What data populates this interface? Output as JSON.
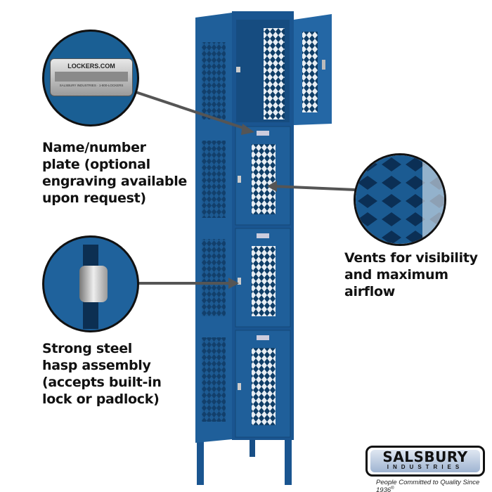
{
  "callouts": {
    "nameplate": "Name/number\nplate (optional\nengraving available\nupon request)",
    "vents": "Vents for visibility\nand maximum airflow",
    "hasp": "Strong steel\nhasp assembly\n(accepts built-in\nlock or padlock)"
  },
  "nameplate_detail": {
    "top_text": "LOCKERS.COM",
    "bottom_text": "SALSBURY INDUSTRIES · 1-800-LOCKERS"
  },
  "logo": {
    "name": "SALSBURY",
    "sub": "INDUSTRIES",
    "slogan": "People Committed to Quality Since 1936",
    "registered": "®"
  },
  "colors": {
    "locker_blue": "#1f5f9a",
    "dark_blue": "#134470"
  }
}
